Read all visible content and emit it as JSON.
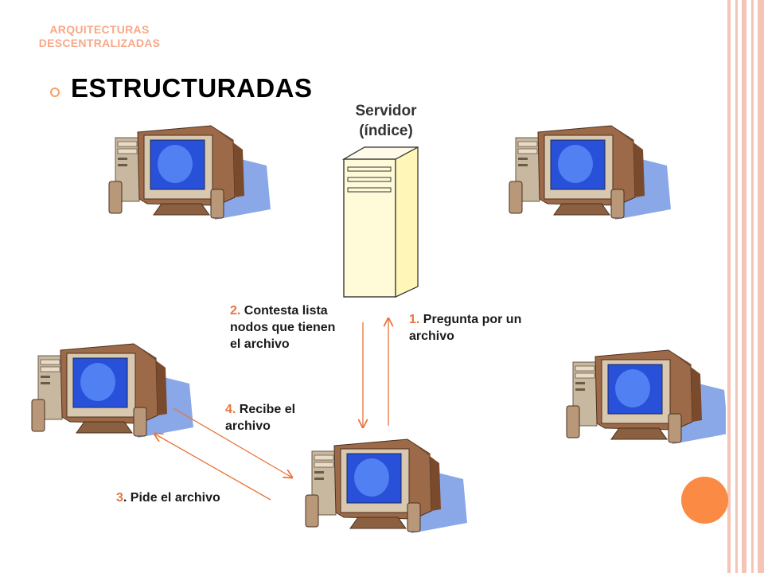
{
  "header": {
    "topic_line1": "ARQUITECTURAS",
    "topic_line2": "DESCENTRALIZADAS"
  },
  "title": "ESTRUCTURADAS",
  "server": {
    "label_line1": "Servidor",
    "label_line2": "(índice)"
  },
  "steps": [
    {
      "num": "1.",
      "text_line1": " Pregunta por un",
      "text_line2": "archivo"
    },
    {
      "num": "2.",
      "text_line1": " Contesta lista",
      "text_line2": "nodos que tienen",
      "text_line3": "el archivo"
    },
    {
      "num": "3",
      "text_line1": ". Pide el archivo"
    },
    {
      "num": "4.",
      "text_line1": " Recibe el",
      "text_line2": "archivo"
    }
  ],
  "colors": {
    "accent": "#e8743c",
    "arrow": "#e8743c",
    "monitor_screen": "#3c6ef0",
    "stripe": "#f8c0b0"
  }
}
